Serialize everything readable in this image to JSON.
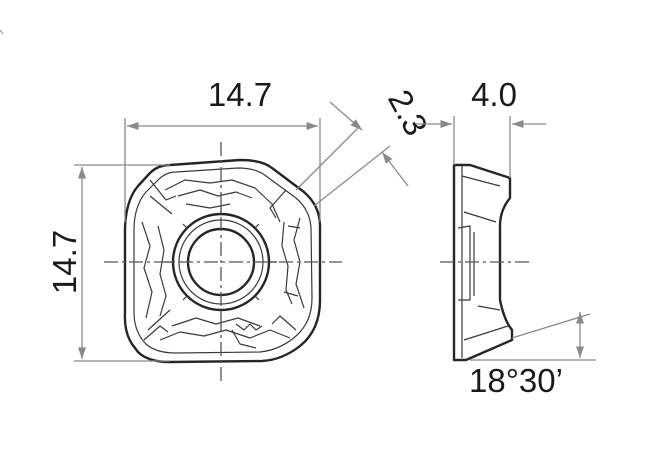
{
  "dimensions": {
    "width": "14.7",
    "height": "14.7",
    "corner_chamfer": "2.3",
    "thickness": "4.0",
    "clearance_angle": "18°30’"
  },
  "views": [
    "front-view",
    "side-view"
  ],
  "colors": {
    "outline": "#262626",
    "dimension": "#8a8a8a",
    "text": "#1a1a1a"
  }
}
